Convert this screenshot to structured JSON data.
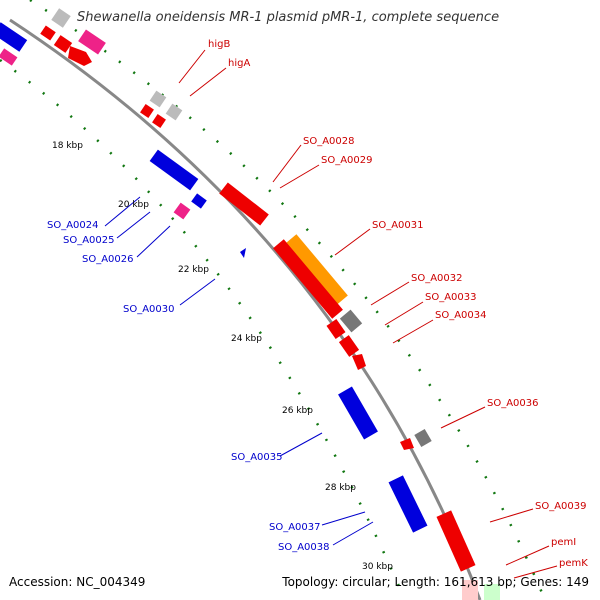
{
  "title": "Shewanella oneidensis MR-1 plasmid pMR-1, complete sequence",
  "accession": "Accession: NC_004349",
  "summary": "Topology: circular; Length: 161,613 bp; Genes: 149",
  "colors": {
    "forward_label": "#cc0000",
    "reverse_label": "#0000cc",
    "red": "#ee0000",
    "blue": "#0000dd",
    "magenta": "#ee2288",
    "orange": "#ff9900",
    "gray": "#777777",
    "light_gray": "#bbbbbb",
    "backbone": "#888888",
    "tick": "#117711"
  },
  "kbp_labels": [
    "18 kbp",
    "20 kbp",
    "22 kbp",
    "24 kbp",
    "26 kbp",
    "28 kbp",
    "30 kbp"
  ],
  "forward_labels": [
    "higB",
    "higA",
    "SO_A0028",
    "SO_A0029",
    "SO_A0031",
    "SO_A0032",
    "SO_A0033",
    "SO_A0034",
    "SO_A0036",
    "SO_A0039",
    "pemI",
    "pemK"
  ],
  "reverse_labels": [
    "SO_A0024",
    "SO_A0025",
    "SO_A0026",
    "SO_A0030",
    "SO_A0035",
    "SO_A0037",
    "SO_A0038"
  ]
}
